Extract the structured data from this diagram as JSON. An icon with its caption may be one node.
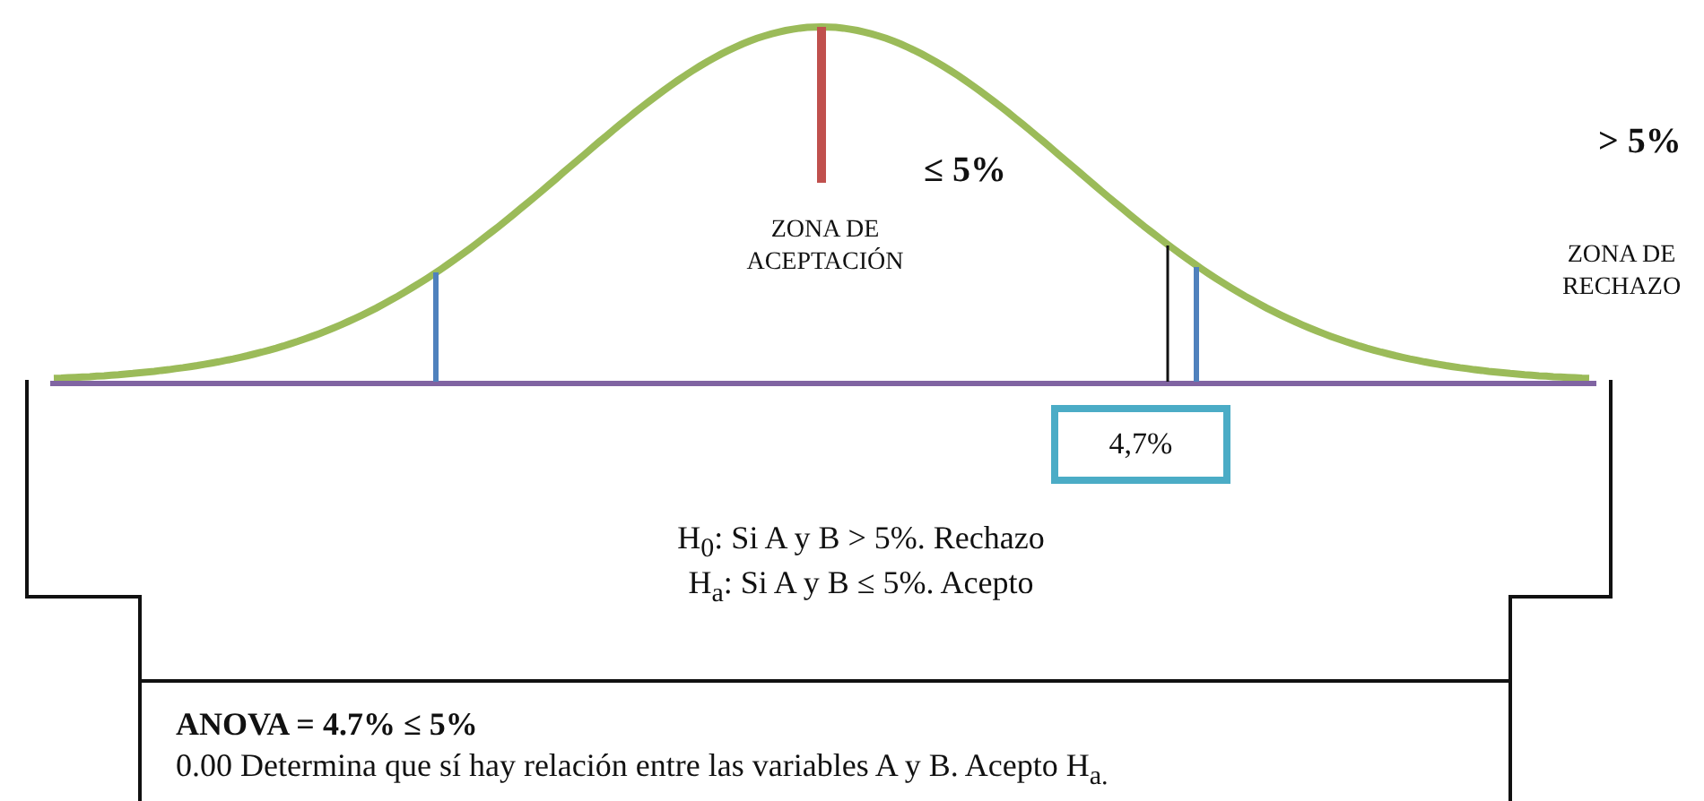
{
  "diagram": {
    "nodes": [
      {
        "text": [
          "H$_{0}$: Si A y B > 5%. Rechazo",
          "H$_{a}$: Si A y B ≤ 5%. Acepto"
        ]
      },
      {
        "text": [
          "4,7%"
        ],
        "in": 0
      },
      {
        "text": [
          "ANOVA = 4.7% ≤ 5%",
          "0.00 Determina que sí hay relación entre las variables A y B. Acepto H$_{a.}$"
        ],
        "in": 0
      }
    ],
    "labels": [
      "≤ 5%",
      "ZONA DE ACEPTACIÓN",
      "> 5%",
      "ZONA DE RECHAZO"
    ]
  }
}
